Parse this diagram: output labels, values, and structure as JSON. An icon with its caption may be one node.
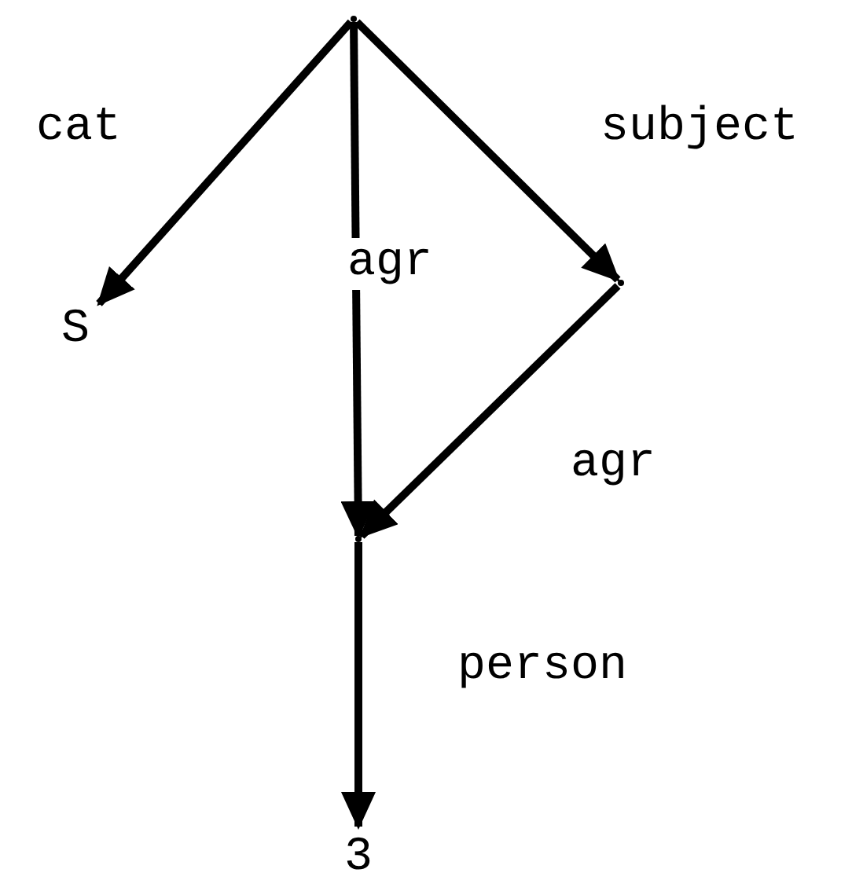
{
  "diagram": {
    "nodes": [
      {
        "text": [],
        "shape": "point"
      },
      {
        "text": [
          "S"
        ]
      },
      {
        "text": [],
        "shape": "point"
      },
      {
        "text": [],
        "shape": "point"
      },
      {
        "text": [
          "3"
        ]
      }
    ],
    "edges": [
      {
        "from": 0,
        "to": 1,
        "arrow": "to",
        "label": "cat"
      },
      {
        "from": 0,
        "to": 3,
        "arrow": "to",
        "label": "agr"
      },
      {
        "from": 0,
        "to": 2,
        "arrow": "to",
        "label": "subject"
      },
      {
        "from": 2,
        "to": 3,
        "arrow": "to",
        "label": "agr"
      },
      {
        "from": 3,
        "to": 4,
        "arrow": "to",
        "label": "person"
      }
    ]
  }
}
